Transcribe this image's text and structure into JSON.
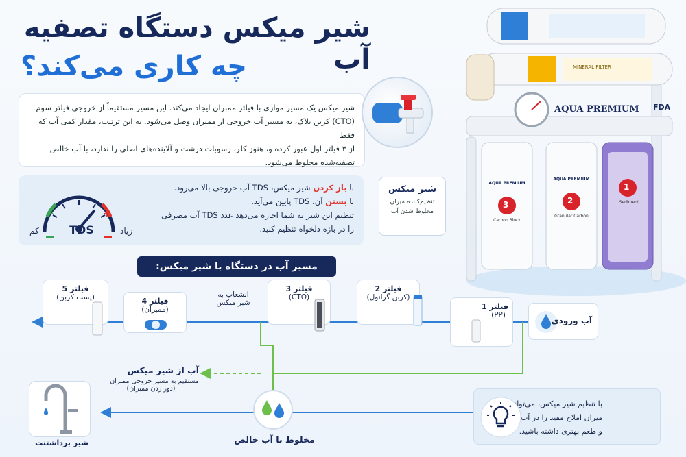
{
  "title": {
    "line1": "شیر میکس دستگاه تصفیه آب",
    "line2": "چه کاری می‌کند؟"
  },
  "description": {
    "line1": "شیر میکس یک مسیر موازی با فیلتر ممبران ایجاد می‌کند. این مسیر مستقیماً از خروجی فیلتر سوم",
    "line2": "(CTO) کربن بلاک، به مسیر آب خروجی از ممبران وصل می‌شود. به این ترتیب، مقدار کمی آب که فقط",
    "line3": "از ۳ فیلتر اول عبور کرده و، هنوز کلر، رسوبات درشت و آلاینده‌های اصلی را ندارد، با آب خالص",
    "line4": "تصفیه‌شده مخلوط می‌شود."
  },
  "tds": {
    "open_prefix": "با ",
    "open_word": "باز کردن",
    "open_suffix": " شیر میکس، TDS آب خروجی بالا می‌رود.",
    "close_prefix": "با ",
    "close_word": "بستن",
    "close_suffix": " آن، TDS پایین می‌آید.",
    "line3": "تنظیم این شیر به شما اجازه می‌دهد عدد TDS آب مصرفی",
    "line4": "را در بازه دلخواه تنظیم کنید.",
    "gauge_label": "TDS",
    "low": "کم",
    "high": "زیاد",
    "gauge_minus": "−",
    "gauge_plus": "+"
  },
  "product": {
    "brand": "AQUA PREMIUM",
    "brand_small": "AQUA PREMIUM",
    "filter_numbers": [
      "3",
      "2",
      "1"
    ],
    "filter_names": [
      "Carbon Block",
      "Granular Carbon",
      "Sediment"
    ],
    "fda": "FDA",
    "mineral": "MINERAL FILTER"
  },
  "callout": {
    "title": "شیر میکس",
    "line1": "تنظیم‌کننده میزان",
    "line2": "مخلوط شدن آب"
  },
  "path_title": "مسیر آب در دستگاه با شیر میکس:",
  "filters": [
    {
      "name": "فیلتر 1",
      "type": "(PP)"
    },
    {
      "name": "فیلتر 2",
      "type": "(کربن گرانول)"
    },
    {
      "name": "فیلتر 3",
      "type": "(CTO)"
    },
    {
      "name": "فیلتر 4",
      "type": "(ممبران)"
    },
    {
      "name": "فیلتر 5",
      "type": "(پست کربن)"
    }
  ],
  "inlet": "آب ورودی",
  "branch": {
    "line1": "انشعاب به",
    "line2": "شیر میکس"
  },
  "mix_water": {
    "title": "آب از شیر میکس",
    "line1": "مستقیم به مسیر خروجی ممبران",
    "line2": "(دوز زدن ممبران)"
  },
  "mixed": "مخلوط با آب خالص",
  "faucet": "شیر برداشتنت",
  "tip": {
    "line1": "با تنظیم شیر میکس، می‌توانید",
    "line2": "میزان املاح مفید را در آب حفظ کرده",
    "line3": "و طعم بهتری داشته باشید."
  },
  "colors": {
    "navy": "#17285a",
    "blue": "#1f6fd6",
    "green": "#6cc04a",
    "red": "#e0342b"
  }
}
